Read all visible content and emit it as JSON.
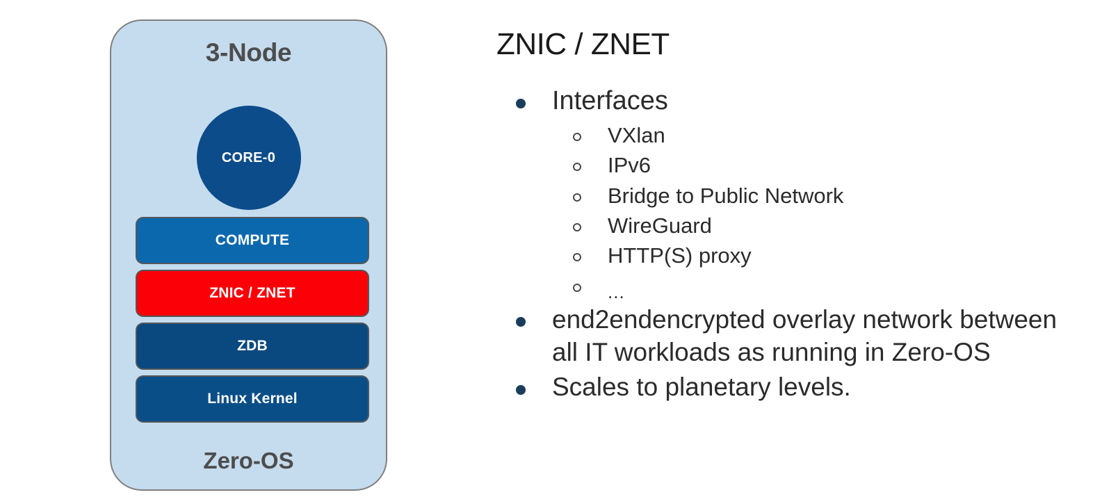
{
  "slide": {
    "background_color": "#ffffff"
  },
  "diagram": {
    "title": "3-Node",
    "footer": "Zero-OS",
    "card_color": "#c5dcee",
    "card_border_color": "#7f7f7f",
    "core": {
      "label": "CORE-0",
      "color": "#0d4c8a"
    },
    "layers": [
      {
        "label": "COMPUTE",
        "color": "#0c68ad"
      },
      {
        "label": "ZNIC / ZNET",
        "color": "#fc0008"
      },
      {
        "label": "ZDB",
        "color": "#0a4980"
      },
      {
        "label": "Linux Kernel",
        "color": "#0a4e88"
      }
    ]
  },
  "content": {
    "heading": "ZNIC / ZNET",
    "bullet_color": "#1a3d5c",
    "items": [
      {
        "text": "Interfaces",
        "subitems": [
          "VXlan",
          "IPv6",
          "Bridge to Public Network",
          "WireGuard",
          "HTTP(S) proxy",
          "..."
        ]
      },
      {
        "text": "end2endencrypted overlay network between all IT workloads as running in Zero-OS",
        "subitems": []
      },
      {
        "text": "Scales to planetary levels.",
        "subitems": []
      }
    ]
  }
}
